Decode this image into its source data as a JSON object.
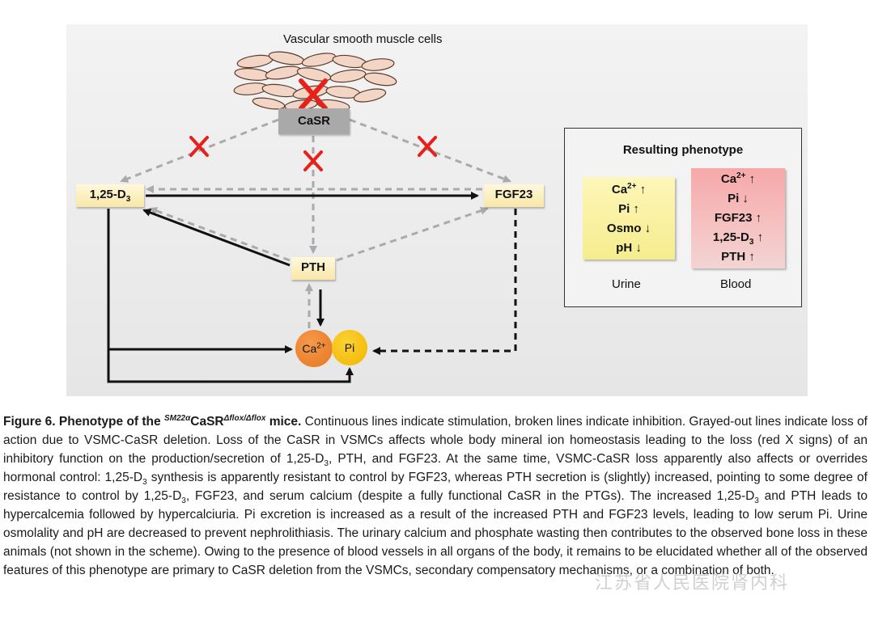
{
  "figure": {
    "vsmc_title": "Vascular smooth muscle cells",
    "nodes": {
      "casr": "CaSR",
      "d3_prefix": "1,25-D",
      "d3_sub": "3",
      "fgf23": "FGF23",
      "pth": "PTH",
      "ca_base": "Ca",
      "ca_sup": "2+",
      "pi": "Pi"
    },
    "phenotype": {
      "title": "Resulting phenotype",
      "urine": {
        "label": "Urine",
        "items": [
          {
            "base": "Ca",
            "sup": "2+",
            "sub": "",
            "arrow": "↑"
          },
          {
            "base": "Pi",
            "sup": "",
            "sub": "",
            "arrow": "↑"
          },
          {
            "base": "Osmo",
            "sup": "",
            "sub": "",
            "arrow": "↓"
          },
          {
            "base": "pH",
            "sup": "",
            "sub": "",
            "arrow": "↓"
          }
        ]
      },
      "blood": {
        "label": "Blood",
        "items": [
          {
            "base": "Ca",
            "sup": "2+",
            "sub": "",
            "arrow": "↑"
          },
          {
            "base": "Pi",
            "sup": "",
            "sub": "",
            "arrow": "↓"
          },
          {
            "base": "FGF23",
            "sup": "",
            "sub": "",
            "arrow": "↑"
          },
          {
            "base": "1,25-D",
            "sup": "",
            "sub": "3",
            "arrow": "↑"
          },
          {
            "base": "PTH",
            "sup": "",
            "sub": "",
            "arrow": "↑"
          }
        ]
      }
    },
    "colors": {
      "arrow_black": "#111111",
      "arrow_gray": "#aaaaaa",
      "x_mark": "#e8201a",
      "cell_fill": "#f2d5c4",
      "ca_bubble": "#e8802a",
      "pi_bubble": "#f5c000"
    }
  },
  "caption": {
    "heading_a": "Figure 6. Phenotype of the ",
    "heading_sup": "SM22α",
    "heading_b": "CaSR",
    "heading_sup2": "Δflox/Δflox",
    "heading_c": " mice.",
    "body_1": " Continuous lines indicate stimulation, broken lines indicate inhibition. Grayed-out lines indicate loss of action due to VSMC-CaSR deletion. Loss of the CaSR in VSMCs affects whole body mineral ion homeostasis leading to the loss (red X signs) of an inhibitory function on the production/secretion of 1,25-D",
    "sub_1": "3",
    "body_2": ", PTH, and FGF23. At the same time, VSMC-CaSR loss apparently also affects or overrides hormonal control: 1,25-D",
    "sub_2": "3",
    "body_3": " synthesis is apparently resistant to control by FGF23, whereas PTH secretion is (slightly) increased, pointing to some degree of resistance to control by 1,25-D",
    "sub_3": "3",
    "body_4": ", FGF23, and serum calcium (despite a fully functional CaSR in the PTGs). The increased 1,25-D",
    "sub_4": "3",
    "body_5": " and PTH leads to hypercalcemia followed by hypercalciuria. Pi excretion is increased as a result of the increased PTH and FGF23 levels, leading to low serum Pi. Urine osmolality and pH are decreased to prevent nephrolithiasis. The urinary calcium and phosphate wasting then contributes to the observed bone loss in these animals (not shown in the scheme). Owing to the presence of blood vessels in all organs of the body, it remains to be elucidated whether all of the observed features of this phenotype are primary to CaSR deletion from the VSMCs, secondary compensatory mechanisms, or a combination of both."
  },
  "watermark": "江苏省人民医院肾内科"
}
